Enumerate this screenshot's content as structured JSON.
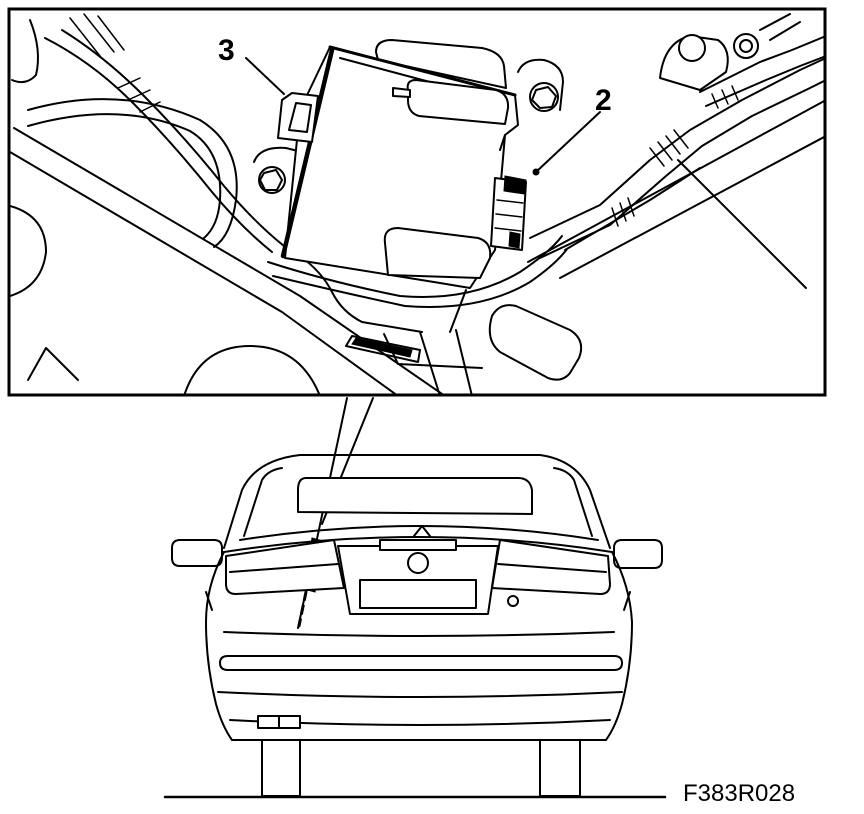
{
  "labels": {
    "callout_3": "3",
    "callout_2": "2",
    "figure_code": "F383R028"
  }
}
